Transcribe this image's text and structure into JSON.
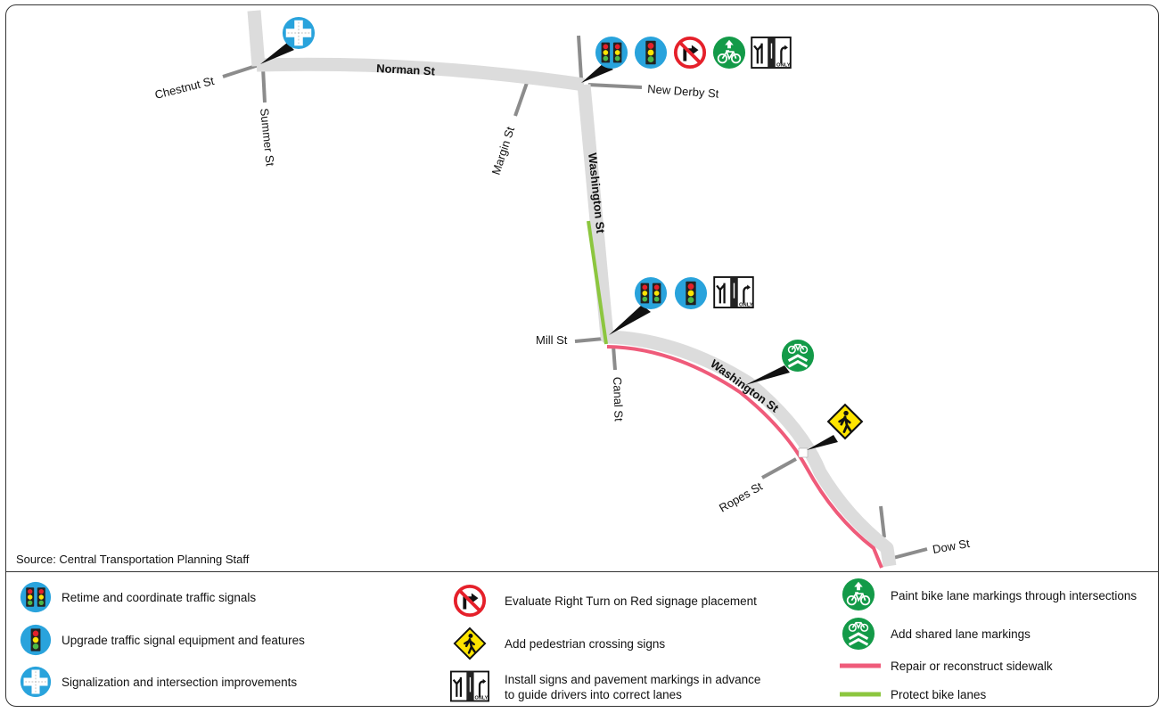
{
  "source": "Source: Central Transportation Planning Staff",
  "streets": {
    "norman": "Norman St",
    "washington_north": "Washington St",
    "washington_south": "Washington St",
    "chestnut": "Chestnut St",
    "summer": "Summer St",
    "margin": "Margin St",
    "new_derby": "New Derby  St",
    "mill": "Mill St",
    "canal": "Canal St",
    "ropes": "Ropes St",
    "dow": "Dow St"
  },
  "colors": {
    "road": "#dcdcdc",
    "side_street": "#8c8c8c",
    "sidewalk": "#ef5b7a",
    "bike_lane": "#8cc63f",
    "signal_blue": "#29a3dc",
    "bike_green": "#139a48",
    "ped_yellow": "#ffe500"
  },
  "legend": {
    "retime": "Retime and coordinate traffic signals",
    "upgrade": "Upgrade traffic signal equipment and features",
    "signalization": "Signalization and intersection improvements",
    "rtor": "Evaluate  Right Turn on Red signage placement",
    "ped": "Add pedestrian crossing signs",
    "lanes_line1": "Install signs and pavement markings in advance",
    "lanes_line2": "to guide drivers into correct lanes",
    "bike_paint": "Paint bike lane markings through intersections",
    "sharrow": "Add shared lane markings",
    "sidewalk": "Repair or reconstruct sidewalk",
    "bike_lanes": "Protect bike lanes"
  },
  "lane_sign_text": "ONLY"
}
